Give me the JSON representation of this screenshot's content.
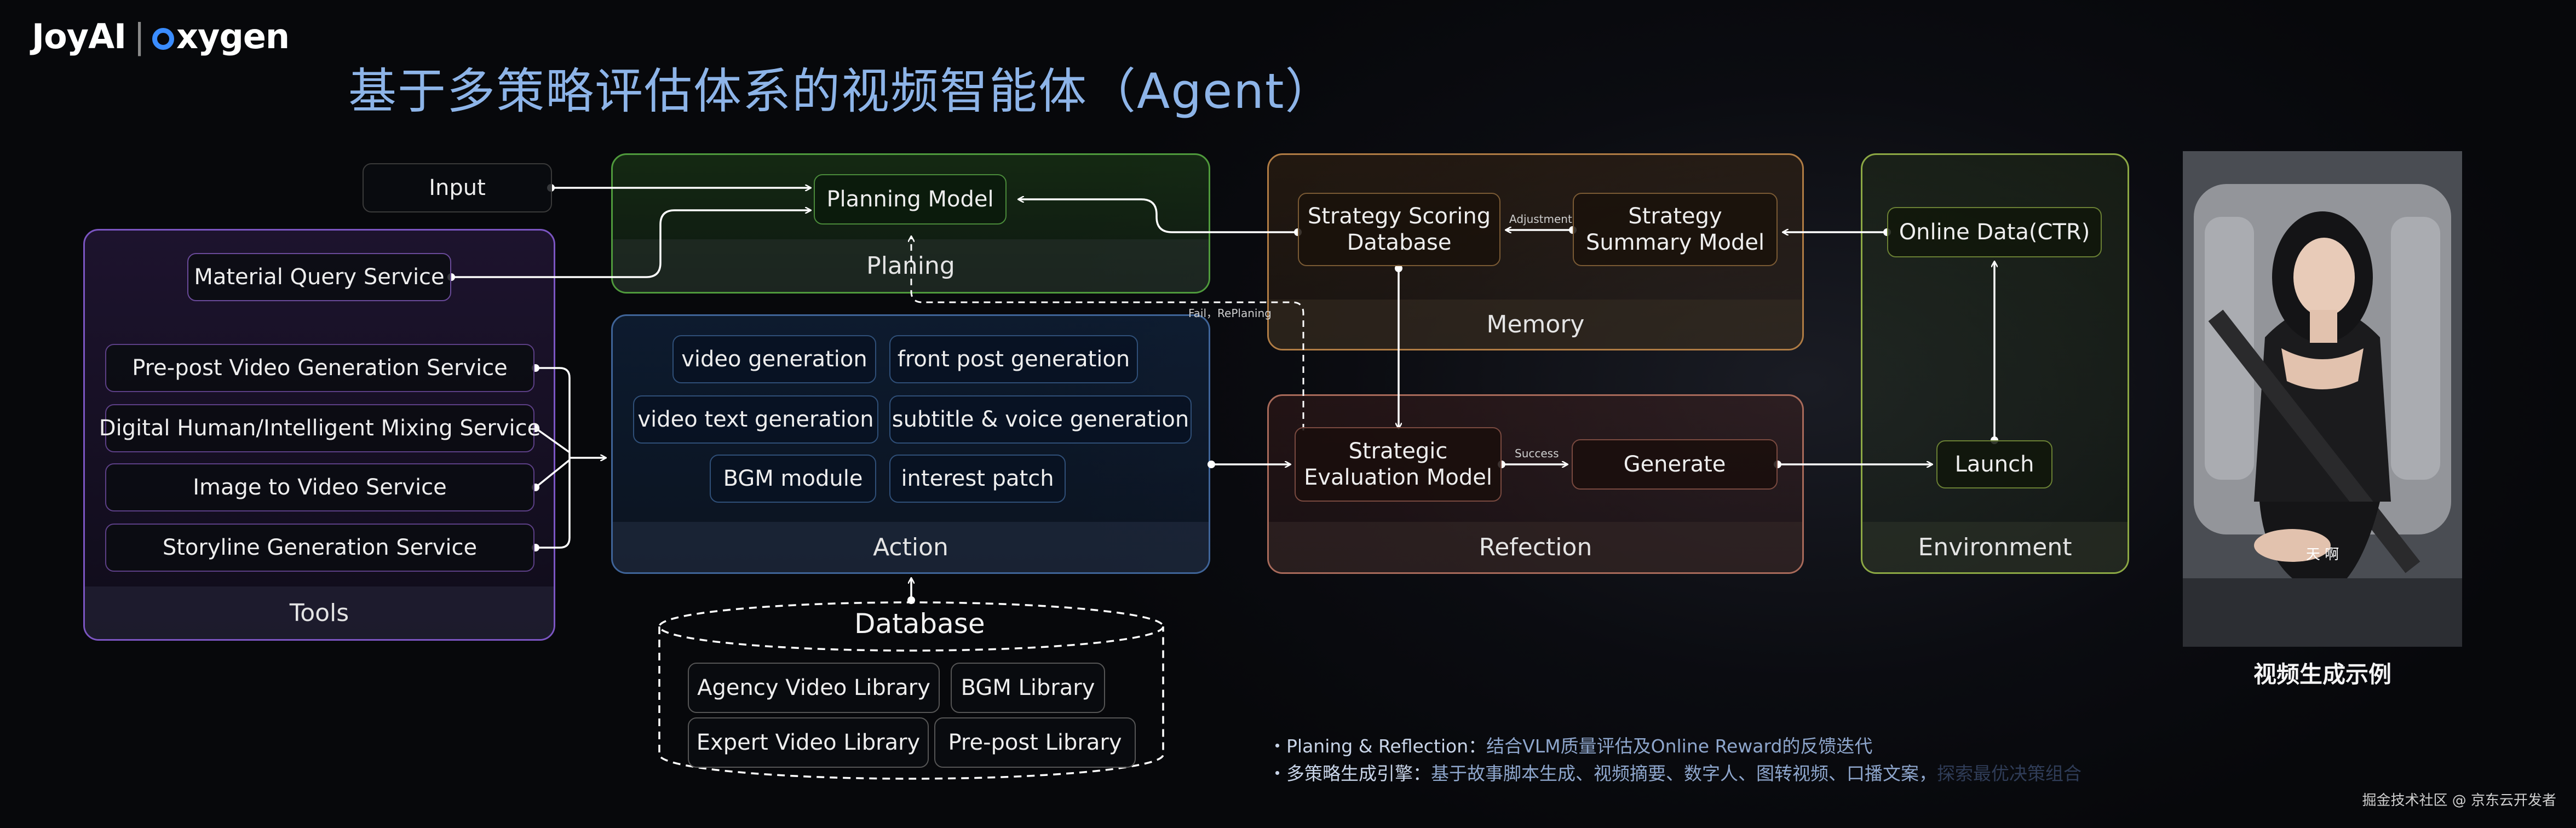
{
  "brand": {
    "left": "JoyAI",
    "right": "xygen"
  },
  "title": "基于多策略评估体系的视频智能体（Agent）",
  "input": "Input",
  "tools": {
    "caption": "Tools",
    "material": "Material Query Service",
    "items": [
      "Pre-post Video Generation Service",
      "Digital Human/Intelligent Mixing Service",
      "Image to Video Service",
      "Storyline Generation Service"
    ]
  },
  "planning": {
    "caption": "Planing",
    "model": "Planning Model"
  },
  "action": {
    "caption": "Action",
    "items": [
      "video generation",
      "front post generation",
      "video text generation",
      "subtitle & voice generation",
      "BGM module",
      "interest patch"
    ]
  },
  "database": {
    "caption": "Database",
    "items": [
      "Agency Video Library",
      "BGM Library",
      "Expert Video Library",
      "Pre-post Library"
    ]
  },
  "memory": {
    "caption": "Memory",
    "scoring_db": "Strategy Scoring Database",
    "summary_model": "Strategy Summary Model",
    "edge_label": "Adjustment"
  },
  "reflection": {
    "caption": "Refection",
    "eval_model": "Strategic Evaluation Model",
    "generate": "Generate",
    "edge_label": "Success"
  },
  "environment": {
    "caption": "Environment",
    "online": "Online Data(CTR)",
    "launch": "Launch"
  },
  "fail_label": "Fail，RePlaning",
  "bullets": [
    {
      "lead": "・Planing & Reflection：",
      "text": "结合VLM质量评估及Online Reward的反馈迭代"
    },
    {
      "lead": "・多策略生成引擎：",
      "text": "基于故事脚本生成、视频摘要、数字人、图转视频、口播文案，",
      "faded": "探索最优决策组合"
    }
  ],
  "example": {
    "caption": "视频生成示例",
    "overlay": "天 啊"
  },
  "watermark": "掘金技术社区 @ 京东云开发者",
  "colors": {
    "tools": "#8a5fd0",
    "planning": "#5fae4a",
    "action": "#4a6fa8",
    "memory": "#c08a4a",
    "reflection": "#c07a6a",
    "environment": "#9ab84a",
    "title": "#8db4e8"
  }
}
